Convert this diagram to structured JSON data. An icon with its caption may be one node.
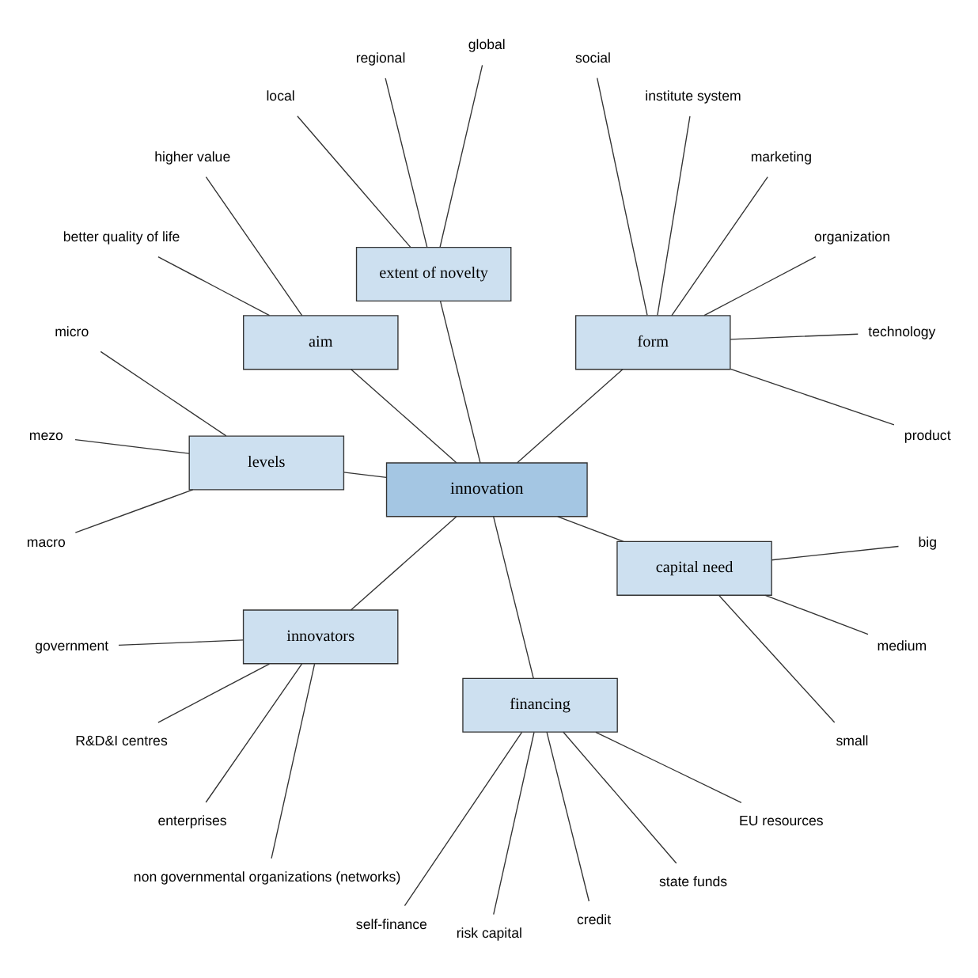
{
  "diagram": {
    "nodes": [
      {
        "text": [
          "innovation"
        ]
      },
      {
        "text": [
          "form"
        ]
      },
      {
        "text": [
          "product"
        ]
      },
      {
        "text": [
          "technology"
        ]
      },
      {
        "text": [
          "organization"
        ]
      },
      {
        "text": [
          "marketing"
        ]
      },
      {
        "text": [
          "institute system"
        ]
      },
      {
        "text": [
          "social"
        ]
      },
      {
        "text": [
          "extent of novelty"
        ]
      },
      {
        "text": [
          "global"
        ]
      },
      {
        "text": [
          "regional"
        ]
      },
      {
        "text": [
          "local"
        ]
      },
      {
        "text": [
          "aim"
        ]
      },
      {
        "text": [
          "higher value"
        ]
      },
      {
        "text": [
          "better quality of life"
        ]
      },
      {
        "text": [
          "levels"
        ]
      },
      {
        "text": [
          "micro"
        ]
      },
      {
        "text": [
          "mezo"
        ]
      },
      {
        "text": [
          "macro"
        ]
      },
      {
        "text": [
          "innovators"
        ]
      },
      {
        "text": [
          "government"
        ]
      },
      {
        "text": [
          "R&D&I centres"
        ]
      },
      {
        "text": [
          "enterprises"
        ]
      },
      {
        "text": [
          "non governmental organizations (networks)"
        ]
      },
      {
        "text": [
          "financing"
        ]
      },
      {
        "text": [
          "self-finance"
        ]
      },
      {
        "text": [
          "risk capital"
        ]
      },
      {
        "text": [
          "credit"
        ]
      },
      {
        "text": [
          "state funds"
        ]
      },
      {
        "text": [
          "EU resources"
        ]
      },
      {
        "text": [
          "capital need"
        ]
      },
      {
        "text": [
          "small"
        ]
      },
      {
        "text": [
          "medium"
        ]
      },
      {
        "text": [
          "big"
        ]
      }
    ],
    "edges": [
      {
        "from": 0,
        "to": 1,
        "arrow": "none"
      },
      {
        "from": 0,
        "to": 8,
        "arrow": "none"
      },
      {
        "from": 0,
        "to": 12,
        "arrow": "none"
      },
      {
        "from": 0,
        "to": 15,
        "arrow": "none"
      },
      {
        "from": 0,
        "to": 19,
        "arrow": "none"
      },
      {
        "from": 0,
        "to": 24,
        "arrow": "none"
      },
      {
        "from": 0,
        "to": 30,
        "arrow": "none"
      },
      {
        "from": 1,
        "to": 2,
        "arrow": "none"
      },
      {
        "from": 1,
        "to": 3,
        "arrow": "none"
      },
      {
        "from": 1,
        "to": 4,
        "arrow": "none"
      },
      {
        "from": 1,
        "to": 5,
        "arrow": "none"
      },
      {
        "from": 1,
        "to": 6,
        "arrow": "none"
      },
      {
        "from": 1,
        "to": 7,
        "arrow": "none"
      },
      {
        "from": 8,
        "to": 9,
        "arrow": "none"
      },
      {
        "from": 8,
        "to": 10,
        "arrow": "none"
      },
      {
        "from": 8,
        "to": 11,
        "arrow": "none"
      },
      {
        "from": 12,
        "to": 13,
        "arrow": "none"
      },
      {
        "from": 12,
        "to": 14,
        "arrow": "none"
      },
      {
        "from": 15,
        "to": 16,
        "arrow": "none"
      },
      {
        "from": 15,
        "to": 17,
        "arrow": "none"
      },
      {
        "from": 15,
        "to": 18,
        "arrow": "none"
      },
      {
        "from": 19,
        "to": 20,
        "arrow": "none"
      },
      {
        "from": 19,
        "to": 21,
        "arrow": "none"
      },
      {
        "from": 19,
        "to": 22,
        "arrow": "none"
      },
      {
        "from": 19,
        "to": 23,
        "arrow": "none"
      },
      {
        "from": 24,
        "to": 25,
        "arrow": "none"
      },
      {
        "from": 24,
        "to": 26,
        "arrow": "none"
      },
      {
        "from": 24,
        "to": 27,
        "arrow": "none"
      },
      {
        "from": 24,
        "to": 28,
        "arrow": "none"
      },
      {
        "from": 24,
        "to": 29,
        "arrow": "none"
      },
      {
        "from": 30,
        "to": 31,
        "arrow": "none"
      },
      {
        "from": 30,
        "to": 32,
        "arrow": "none"
      },
      {
        "from": 30,
        "to": 33,
        "arrow": "none"
      }
    ]
  }
}
